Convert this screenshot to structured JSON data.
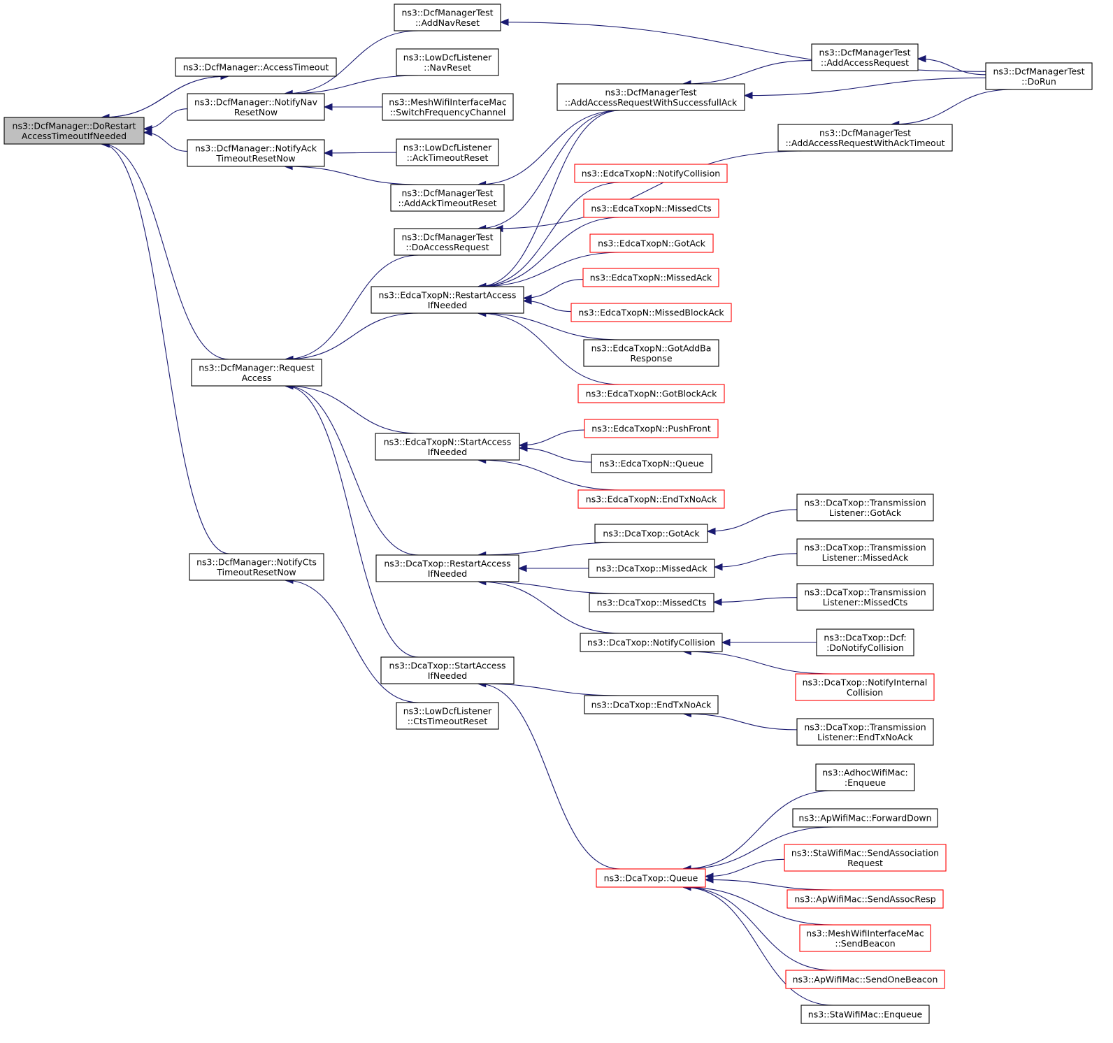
{
  "colors": {
    "edge": "#191970",
    "border_default": "#000000",
    "border_truncated": "#ff0000",
    "fill_focus": "#bfbfbf",
    "fill_default": "#ffffff"
  },
  "nodes": [
    {
      "id": "dorestart",
      "lines": [
        "ns3::DcfManager::DoRestart",
        "AccessTimeoutIfNeeded"
      ],
      "focus": true
    },
    {
      "id": "accesstimeout",
      "lines": [
        "ns3::DcfManager::AccessTimeout"
      ]
    },
    {
      "id": "notifynav",
      "lines": [
        "ns3::DcfManager::NotifyNav",
        "ResetNow"
      ]
    },
    {
      "id": "notifyack",
      "lines": [
        "ns3::DcfManager::NotifyAck",
        "TimeoutResetNow"
      ]
    },
    {
      "id": "requestaccess",
      "lines": [
        "ns3::DcfManager::Request",
        "Access"
      ]
    },
    {
      "id": "notifycts",
      "lines": [
        "ns3::DcfManager::NotifyCts",
        "TimeoutResetNow"
      ]
    },
    {
      "id": "addnavreset",
      "lines": [
        "ns3::DcfManagerTest",
        "::AddNavReset"
      ]
    },
    {
      "id": "ldl_navreset",
      "lines": [
        "ns3::LowDcfListener",
        "::NavReset"
      ]
    },
    {
      "id": "mesh_switch",
      "lines": [
        "ns3::MeshWifiInterfaceMac",
        "::SwitchFrequencyChannel"
      ]
    },
    {
      "id": "ldl_acktimeout",
      "lines": [
        "ns3::LowDcfListener",
        "::AckTimeoutReset"
      ]
    },
    {
      "id": "addacktimeoutreset",
      "lines": [
        "ns3::DcfManagerTest",
        "::AddAckTimeoutReset"
      ]
    },
    {
      "id": "doaccessrequest",
      "lines": [
        "ns3::DcfManagerTest",
        "::DoAccessRequest"
      ]
    },
    {
      "id": "edca_restart",
      "lines": [
        "ns3::EdcaTxopN::RestartAccess",
        "IfNeeded"
      ]
    },
    {
      "id": "edca_start",
      "lines": [
        "ns3::EdcaTxopN::StartAccess",
        "IfNeeded"
      ]
    },
    {
      "id": "dca_restart",
      "lines": [
        "ns3::DcaTxop::RestartAccess",
        "IfNeeded"
      ]
    },
    {
      "id": "dca_start",
      "lines": [
        "ns3::DcaTxop::StartAccess",
        "IfNeeded"
      ]
    },
    {
      "id": "ldl_ctstimeout",
      "lines": [
        "ns3::LowDcfListener",
        "::CtsTimeoutReset"
      ]
    },
    {
      "id": "addaccessrequest",
      "lines": [
        "ns3::DcfManagerTest",
        "::AddAccessRequest"
      ]
    },
    {
      "id": "addaccessrequestsucc",
      "lines": [
        "ns3::DcfManagerTest",
        "::AddAccessRequestWithSuccessfullAck"
      ]
    },
    {
      "id": "addaccessrequestack",
      "lines": [
        "ns3::DcfManagerTest",
        "::AddAccessRequestWithAckTimeout"
      ]
    },
    {
      "id": "dorun",
      "lines": [
        "ns3::DcfManagerTest",
        "::DoRun"
      ]
    },
    {
      "id": "edca_notifycollision",
      "lines": [
        "ns3::EdcaTxopN::NotifyCollision"
      ],
      "truncated": true
    },
    {
      "id": "edca_missedcts",
      "lines": [
        "ns3::EdcaTxopN::MissedCts"
      ],
      "truncated": true
    },
    {
      "id": "edca_gotack",
      "lines": [
        "ns3::EdcaTxopN::GotAck"
      ],
      "truncated": true
    },
    {
      "id": "edca_missedack",
      "lines": [
        "ns3::EdcaTxopN::MissedAck"
      ],
      "truncated": true
    },
    {
      "id": "edca_missedblockack",
      "lines": [
        "ns3::EdcaTxopN::MissedBlockAck"
      ],
      "truncated": true
    },
    {
      "id": "edca_gotaddba",
      "lines": [
        "ns3::EdcaTxopN::GotAddBa",
        "Response"
      ]
    },
    {
      "id": "edca_gotblockack",
      "lines": [
        "ns3::EdcaTxopN::GotBlockAck"
      ],
      "truncated": true
    },
    {
      "id": "edca_pushfront",
      "lines": [
        "ns3::EdcaTxopN::PushFront"
      ],
      "truncated": true
    },
    {
      "id": "edca_queue",
      "lines": [
        "ns3::EdcaTxopN::Queue"
      ]
    },
    {
      "id": "edca_endtxnoack",
      "lines": [
        "ns3::EdcaTxopN::EndTxNoAck"
      ],
      "truncated": true
    },
    {
      "id": "dca_gotack",
      "lines": [
        "ns3::DcaTxop::GotAck"
      ]
    },
    {
      "id": "dca_missedack",
      "lines": [
        "ns3::DcaTxop::MissedAck"
      ]
    },
    {
      "id": "dca_missedcts",
      "lines": [
        "ns3::DcaTxop::MissedCts"
      ]
    },
    {
      "id": "dca_notifycollision",
      "lines": [
        "ns3::DcaTxop::NotifyCollision"
      ]
    },
    {
      "id": "dca_endtxnoack",
      "lines": [
        "ns3::DcaTxop::EndTxNoAck"
      ]
    },
    {
      "id": "dca_queue",
      "lines": [
        "ns3::DcaTxop::Queue"
      ],
      "truncated": true
    },
    {
      "id": "tl_gotack",
      "lines": [
        "ns3::DcaTxop::Transmission",
        "Listener::GotAck"
      ]
    },
    {
      "id": "tl_missedack",
      "lines": [
        "ns3::DcaTxop::Transmission",
        "Listener::MissedAck"
      ]
    },
    {
      "id": "tl_missedcts",
      "lines": [
        "ns3::DcaTxop::Transmission",
        "Listener::MissedCts"
      ]
    },
    {
      "id": "dcf_donotify",
      "lines": [
        "ns3::DcaTxop::Dcf:",
        ":DoNotifyCollision"
      ]
    },
    {
      "id": "dca_notifyinternal",
      "lines": [
        "ns3::DcaTxop::NotifyInternal",
        "Collision"
      ],
      "truncated": true
    },
    {
      "id": "tl_endtxnoack",
      "lines": [
        "ns3::DcaTxop::Transmission",
        "Listener::EndTxNoAck"
      ]
    },
    {
      "id": "adhoc_enqueue",
      "lines": [
        "ns3::AdhocWifiMac:",
        ":Enqueue"
      ]
    },
    {
      "id": "ap_forwarddown",
      "lines": [
        "ns3::ApWifiMac::ForwardDown"
      ]
    },
    {
      "id": "sta_sendassoc",
      "lines": [
        "ns3::StaWifiMac::SendAssociation",
        "Request"
      ],
      "truncated": true
    },
    {
      "id": "ap_sendassocresp",
      "lines": [
        "ns3::ApWifiMac::SendAssocResp"
      ],
      "truncated": true
    },
    {
      "id": "mesh_sendbeacon",
      "lines": [
        "ns3::MeshWifiInterfaceMac",
        "::SendBeacon"
      ],
      "truncated": true
    },
    {
      "id": "ap_sendonebeacon",
      "lines": [
        "ns3::ApWifiMac::SendOneBeacon"
      ],
      "truncated": true
    },
    {
      "id": "sta_enqueue",
      "lines": [
        "ns3::StaWifiMac::Enqueue"
      ]
    }
  ],
  "edges": [
    {
      "from": "accesstimeout",
      "to": "dorestart"
    },
    {
      "from": "dorestart",
      "to": "accesstimeout"
    },
    {
      "from": "notifynav",
      "to": "dorestart"
    },
    {
      "from": "notifyack",
      "to": "dorestart"
    },
    {
      "from": "requestaccess",
      "to": "dorestart"
    },
    {
      "from": "notifycts",
      "to": "dorestart"
    },
    {
      "from": "addnavreset",
      "to": "notifynav"
    },
    {
      "from": "ldl_navreset",
      "to": "notifynav"
    },
    {
      "from": "mesh_switch",
      "to": "notifynav"
    },
    {
      "from": "ldl_acktimeout",
      "to": "notifyack"
    },
    {
      "from": "addacktimeoutreset",
      "to": "notifyack"
    },
    {
      "from": "doaccessrequest",
      "to": "requestaccess"
    },
    {
      "from": "edca_restart",
      "to": "requestaccess"
    },
    {
      "from": "edca_start",
      "to": "requestaccess"
    },
    {
      "from": "dca_restart",
      "to": "requestaccess"
    },
    {
      "from": "dca_start",
      "to": "requestaccess"
    },
    {
      "from": "ldl_ctstimeout",
      "to": "notifycts"
    },
    {
      "from": "dorun",
      "to": "addnavreset"
    },
    {
      "from": "addaccessrequestsucc",
      "to": "addacktimeoutreset"
    },
    {
      "from": "addaccessrequestsucc",
      "to": "doaccessrequest"
    },
    {
      "from": "addaccessrequestack",
      "to": "doaccessrequest"
    },
    {
      "from": "addaccessrequest",
      "to": "addaccessrequestsucc"
    },
    {
      "from": "dorun",
      "to": "addaccessrequestsucc"
    },
    {
      "from": "dorun",
      "to": "addaccessrequest"
    },
    {
      "from": "dorun",
      "to": "addaccessrequestack"
    },
    {
      "from": "addaccessrequestsucc",
      "to": "edca_restart"
    },
    {
      "from": "edca_notifycollision",
      "to": "edca_restart"
    },
    {
      "from": "edca_missedcts",
      "to": "edca_restart"
    },
    {
      "from": "edca_gotack",
      "to": "edca_restart"
    },
    {
      "from": "edca_missedack",
      "to": "edca_restart"
    },
    {
      "from": "edca_missedblockack",
      "to": "edca_restart"
    },
    {
      "from": "edca_gotaddba",
      "to": "edca_restart"
    },
    {
      "from": "edca_gotblockack",
      "to": "edca_restart"
    },
    {
      "from": "edca_pushfront",
      "to": "edca_start"
    },
    {
      "from": "edca_queue",
      "to": "edca_start"
    },
    {
      "from": "edca_endtxnoack",
      "to": "edca_start"
    },
    {
      "from": "dca_gotack",
      "to": "dca_restart"
    },
    {
      "from": "dca_missedack",
      "to": "dca_restart"
    },
    {
      "from": "dca_missedcts",
      "to": "dca_restart"
    },
    {
      "from": "dca_notifycollision",
      "to": "dca_restart"
    },
    {
      "from": "dca_endtxnoack",
      "to": "dca_start"
    },
    {
      "from": "dca_queue",
      "to": "dca_start"
    },
    {
      "from": "tl_gotack",
      "to": "dca_gotack"
    },
    {
      "from": "tl_missedack",
      "to": "dca_missedack"
    },
    {
      "from": "tl_missedcts",
      "to": "dca_missedcts"
    },
    {
      "from": "dcf_donotify",
      "to": "dca_notifycollision"
    },
    {
      "from": "dca_notifyinternal",
      "to": "dca_notifycollision"
    },
    {
      "from": "tl_endtxnoack",
      "to": "dca_endtxnoack"
    },
    {
      "from": "adhoc_enqueue",
      "to": "dca_queue"
    },
    {
      "from": "ap_forwarddown",
      "to": "dca_queue"
    },
    {
      "from": "sta_sendassoc",
      "to": "dca_queue"
    },
    {
      "from": "ap_sendassocresp",
      "to": "dca_queue"
    },
    {
      "from": "mesh_sendbeacon",
      "to": "dca_queue"
    },
    {
      "from": "ap_sendonebeacon",
      "to": "dca_queue"
    },
    {
      "from": "sta_enqueue",
      "to": "dca_queue"
    }
  ]
}
